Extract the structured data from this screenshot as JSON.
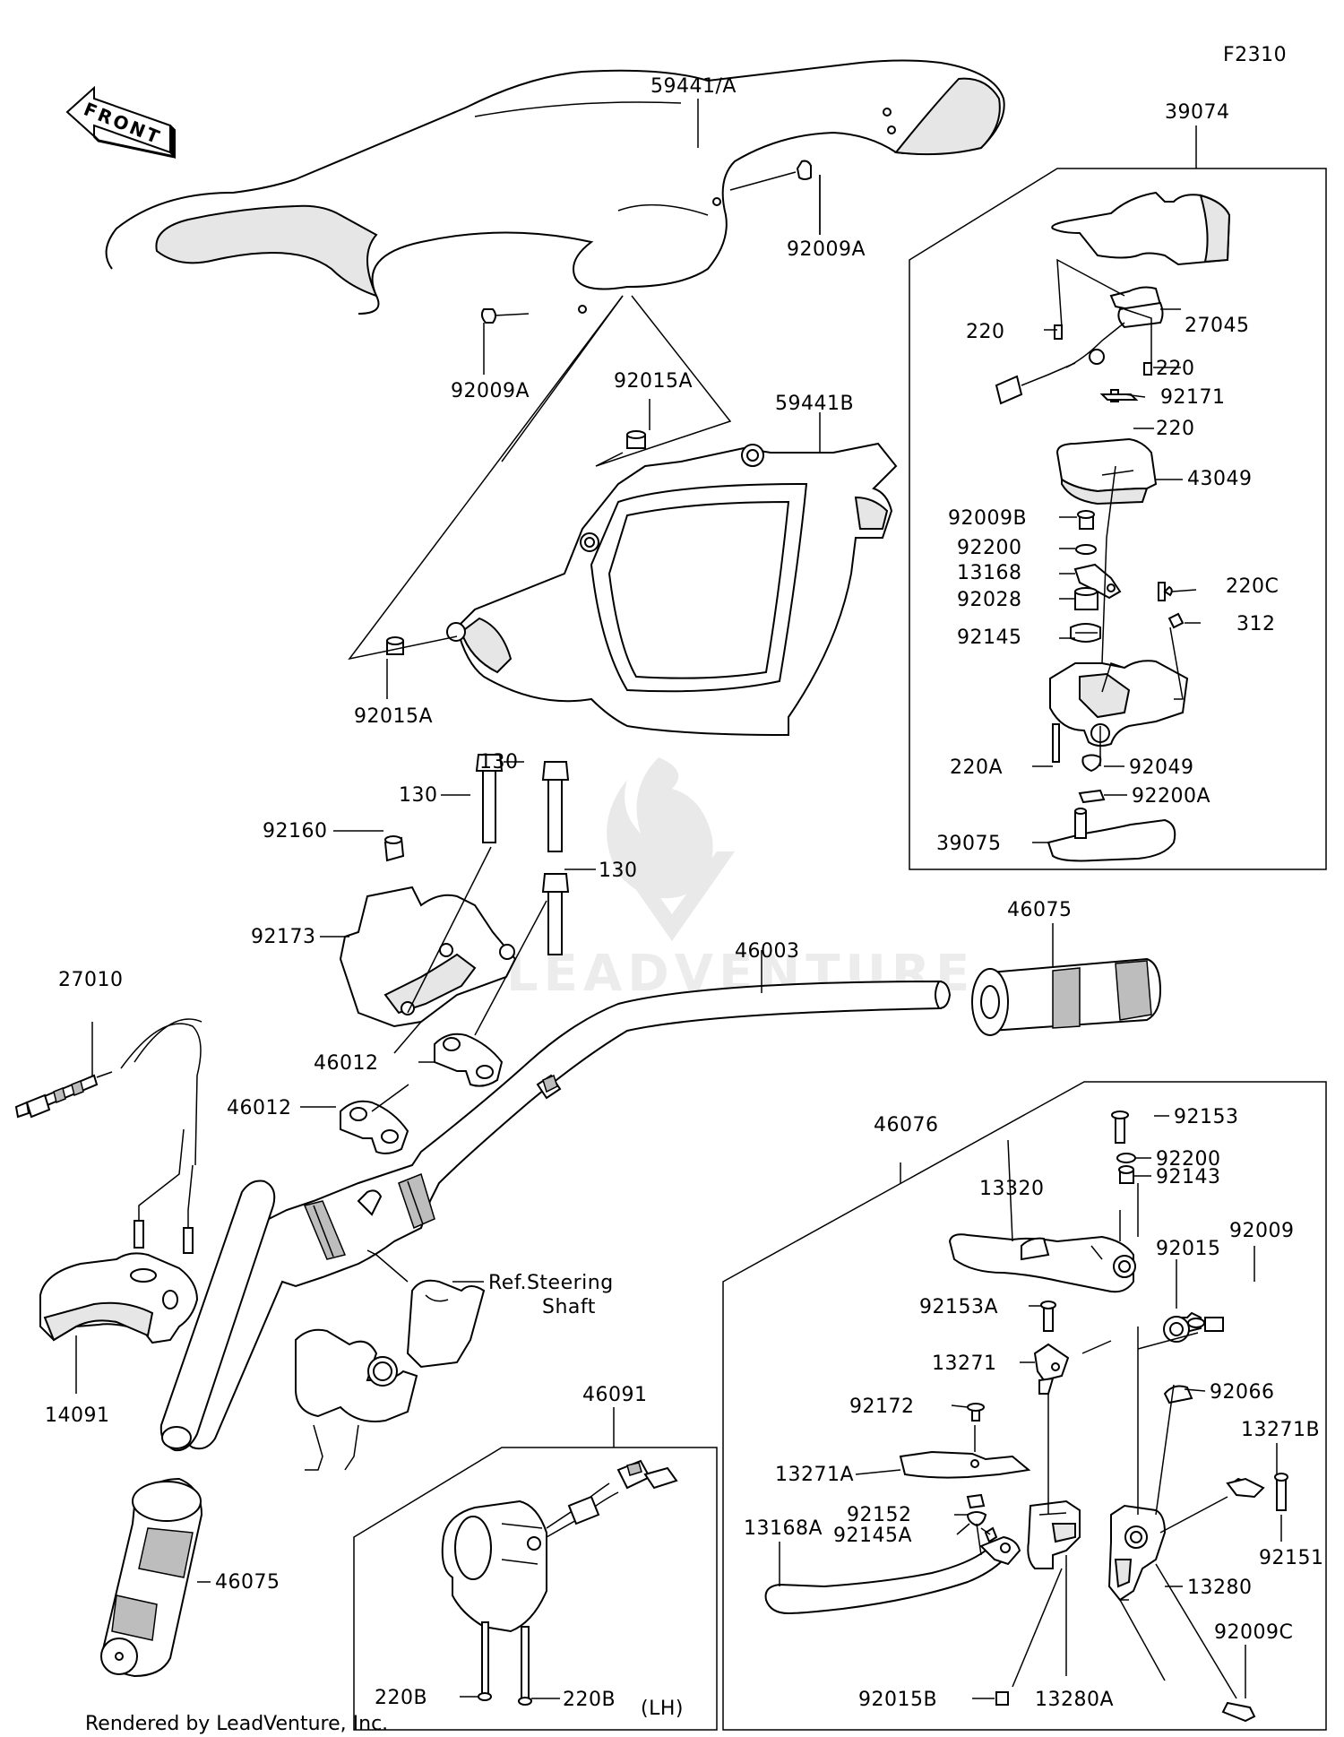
{
  "figure_code": "F2310",
  "front_label": "FRONT",
  "watermark": "LEADVENTURE",
  "credit": "Rendered by LeadVenture, Inc.",
  "labels": {
    "p59441a": "59441/A",
    "p92009a_top": "92009A",
    "p92009a_left": "92009A",
    "p92015a_top": "92015A",
    "p92015a_bottom": "92015A",
    "p59441b": "59441B",
    "p39074": "39074",
    "p220_a": "220",
    "p27045": "27045",
    "p220_b": "220",
    "p92171": "92171",
    "p220_c": "220",
    "p43049": "43049",
    "p92009b": "92009B",
    "p92200_top": "92200",
    "p13168": "13168",
    "p92028": "92028",
    "p220c": "220C",
    "p312": "312",
    "p92145": "92145",
    "p220a": "220A",
    "p92049": "92049",
    "p92200a": "92200A",
    "p39075": "39075",
    "p130_a": "130",
    "p130_b": "130",
    "p130_c": "130",
    "p92160": "92160",
    "p92173": "92173",
    "p46075_top": "46075",
    "p46003": "46003",
    "p27010": "27010",
    "p46012_a": "46012",
    "p46012_b": "46012",
    "p46076": "46076",
    "p92153": "92153",
    "p92200_r": "92200",
    "p92143": "92143",
    "p13320": "13320",
    "p92009": "92009",
    "p92015": "92015",
    "p92153a": "92153A",
    "p13271": "13271",
    "p92066": "92066",
    "p92172": "92172",
    "p13271b": "13271B",
    "p13271a": "13271A",
    "p92152": "92152",
    "p92145a": "92145A",
    "p92151": "92151",
    "p13168a": "13168A",
    "p13280": "13280",
    "p92009c": "92009C",
    "p92015b": "92015B",
    "p13280a": "13280A",
    "p14091": "14091",
    "p46091": "46091",
    "p46075_bottom": "46075",
    "p220b_a": "220B",
    "p220b_b": "220B",
    "lh": "(LH)",
    "ref_line1": "Ref.Steering",
    "ref_line2": "Shaft"
  }
}
